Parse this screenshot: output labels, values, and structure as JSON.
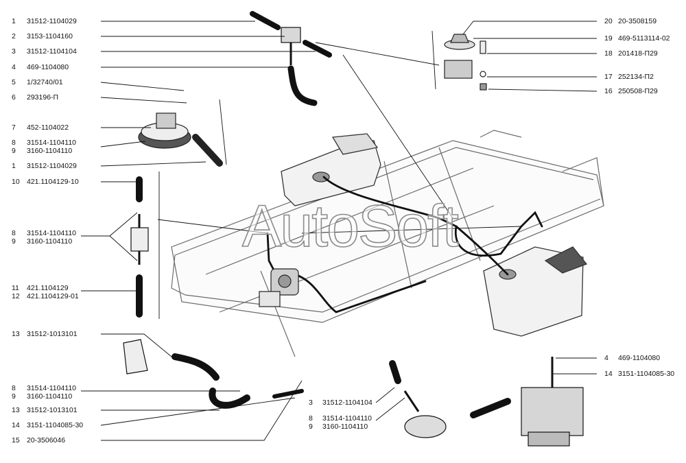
{
  "watermark": "AutoSoft",
  "colors": {
    "ink": "#111111",
    "hose": "#2a2a2a",
    "frame": "#6a6a6a",
    "watermark_stroke": "#8a8a8a"
  },
  "left_callouts": [
    {
      "num": "1",
      "part": "31512-1104029"
    },
    {
      "num": "2",
      "part": "3153-1104160"
    },
    {
      "num": "3",
      "part": "31512-1104104"
    },
    {
      "num": "4",
      "part": "469-1104080"
    },
    {
      "num": "5",
      "part": "1/32740/01"
    },
    {
      "num": "6",
      "part": "293196-П"
    },
    {
      "num": "7",
      "part": "452-1104022"
    },
    {
      "num": "8",
      "part": "31514-1104110"
    },
    {
      "num": "9",
      "part": "3160-1104110"
    },
    {
      "num": "1",
      "part": "31512-1104029"
    },
    {
      "num": "10",
      "part": "421.1104129-10"
    },
    {
      "num": "8",
      "part": "31514-1104110"
    },
    {
      "num": "9",
      "part": "3160-1104110"
    },
    {
      "num": "11",
      "part": "421.1104129"
    },
    {
      "num": "12",
      "part": "421.1104129-01"
    },
    {
      "num": "13",
      "part": "31512-1013101"
    },
    {
      "num": "8",
      "part": "31514-1104110"
    },
    {
      "num": "9",
      "part": "3160-1104110"
    },
    {
      "num": "13",
      "part": "31512-1013101"
    },
    {
      "num": "14",
      "part": "3151-1104085-30"
    },
    {
      "num": "15",
      "part": "20-3506046"
    }
  ],
  "right_callouts": [
    {
      "num": "20",
      "part": "20-3508159"
    },
    {
      "num": "19",
      "part": "469-5113114-02"
    },
    {
      "num": "18",
      "part": "201418-П29"
    },
    {
      "num": "17",
      "part": "252134-П2"
    },
    {
      "num": "16",
      "part": "250508-П29"
    },
    {
      "num": "4",
      "part": "469-1104080"
    },
    {
      "num": "14",
      "part": "3151-1104085-30"
    }
  ],
  "center_callouts": [
    {
      "num": "3",
      "part": "31512-1104104"
    },
    {
      "num": "8",
      "part": "31514-1104110"
    },
    {
      "num": "9",
      "part": "3160-1104110"
    }
  ]
}
